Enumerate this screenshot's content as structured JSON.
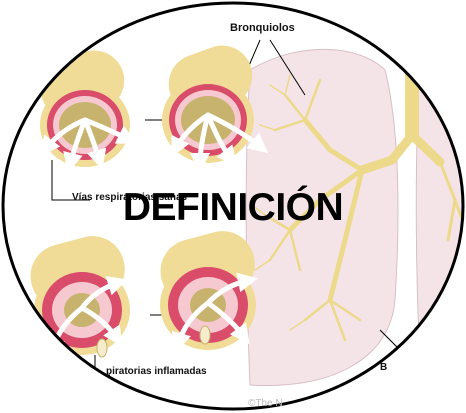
{
  "title": "DEFINICIÓN",
  "labels": {
    "bronchioles": "Bronquiolos",
    "healthy_airways": "Vías respiratorias sanas",
    "inflamed_airways": "piratorias inflamadas",
    "partial_letter": "B"
  },
  "watermark": "©The N",
  "colors": {
    "frame": "#000000",
    "lung_fill": "#f4e4e8",
    "bronchial_tree": "#ecd98a",
    "airway_outer": "#f0dc97",
    "airway_ring": "#d94c6a",
    "airway_lumen": "#c7b36e",
    "arrows": "#ffffff"
  },
  "icons": [
    "lung-illustration",
    "bronchial-tree",
    "airway-cross-section",
    "airflow-arrow"
  ]
}
